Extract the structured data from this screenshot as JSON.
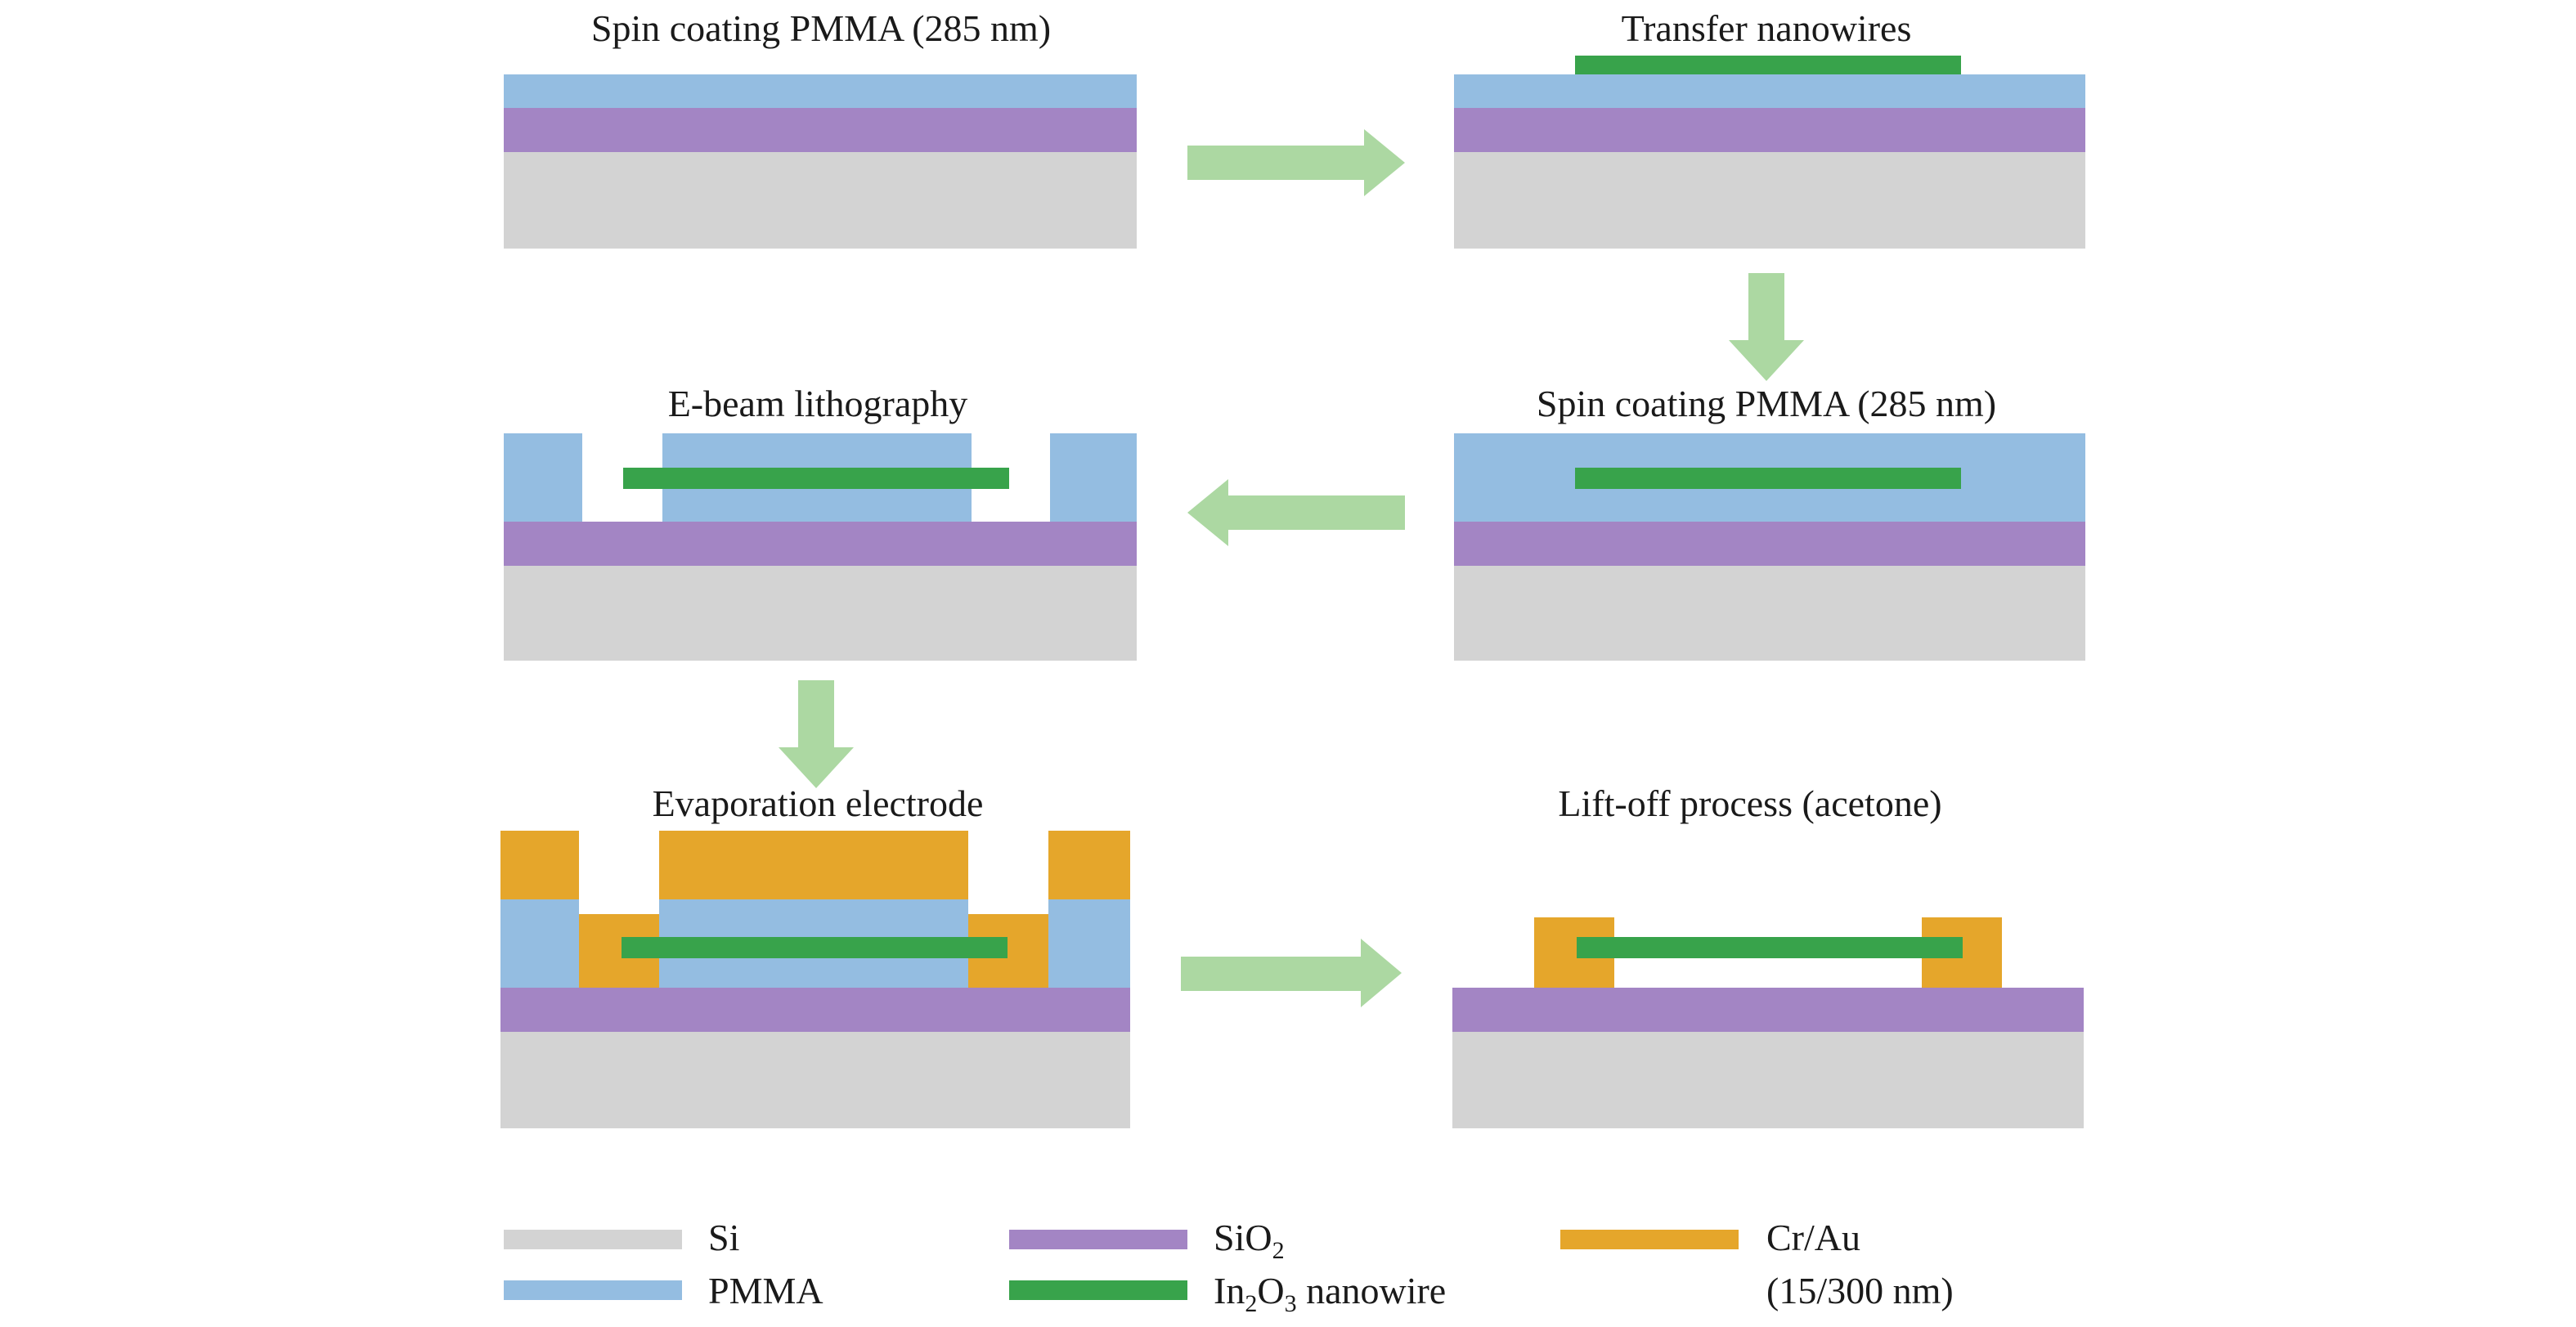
{
  "colors": {
    "si": "#d3d3d3",
    "sio2": "#a385c4",
    "pmma": "#94bde1",
    "nanowire": "#38a34b",
    "cr_au": "#e5a62b",
    "arrow": "#acd8a2"
  },
  "steps": {
    "s1": {
      "title": "Spin coating PMMA (285 nm)"
    },
    "s2": {
      "title": "Transfer nanowires"
    },
    "s3": {
      "title": "E-beam lithography"
    },
    "s4": {
      "title": "Spin coating PMMA (285 nm)"
    },
    "s5": {
      "title": "Evaporation electrode"
    },
    "s6": {
      "title": "Lift-off process (acetone)"
    }
  },
  "legend": {
    "si": "Si",
    "pmma": "PMMA",
    "sio2_base": "SiO",
    "sio2_sub": "2",
    "nw_base": "In",
    "nw_sub1": "2",
    "nw_mid": "O",
    "nw_sub2": "3",
    "nw_tail": " nanowire",
    "crau_line1": "Cr/Au",
    "crau_line2": "(15/300 nm)"
  }
}
